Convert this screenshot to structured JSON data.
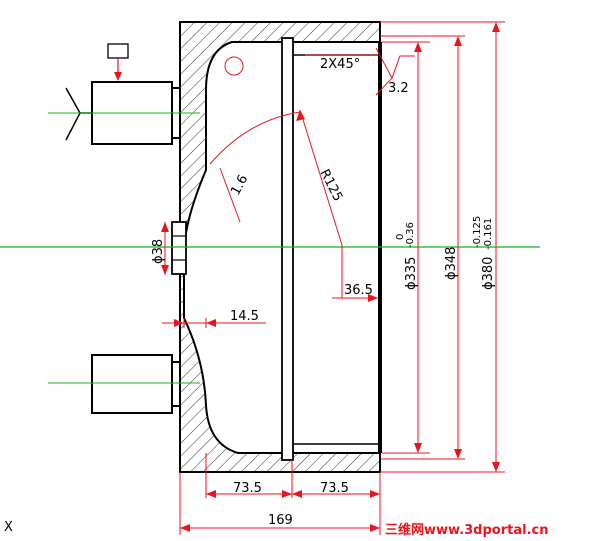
{
  "drawing": {
    "dims": {
      "chamfer": "2X45°",
      "roughness_top": "3.2",
      "roughness_fillet": "1.6",
      "radius": "R125",
      "offset": "36.5",
      "hole_dia": "ϕ38",
      "wall": "14.5",
      "half_left": "73.5",
      "half_right": "73.5",
      "total_width": "169",
      "dia_inner": "ϕ335",
      "dia_inner_tol_upper": "0",
      "dia_inner_tol_lower": "-0.36",
      "dia_mid": "ϕ348",
      "dia_outer": "ϕ380",
      "dia_outer_tol_upper": "-0.125",
      "dia_outer_tol_lower": "-0.161"
    },
    "axis_label": "X",
    "watermark": "三维网www.3dportal.cn",
    "colors": {
      "outline": "#000000",
      "dimension": "#e8141e",
      "centerline": "#17b020"
    }
  }
}
